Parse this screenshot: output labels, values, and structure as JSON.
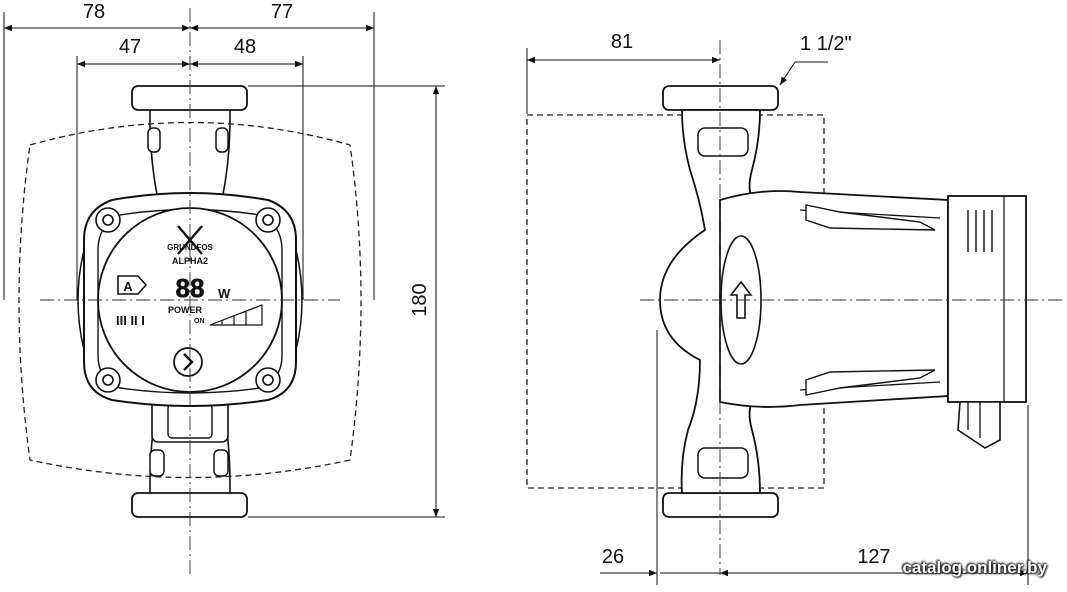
{
  "dimensions": {
    "left_width": "78",
    "right_width": "77",
    "left_inner": "47",
    "right_inner": "48",
    "height": "180",
    "side_depth": "81",
    "thread_size": "1 1/2\"",
    "motor_offset": "26",
    "motor_length": "127"
  },
  "pump": {
    "brand": "GRUNDFOS",
    "model": "ALPHA2",
    "display_digits": "88",
    "display_unit": "W",
    "mode_label": "A",
    "power_label": "POWER",
    "on_label": "ON",
    "speed_marks": "III  II  I"
  },
  "watermark": "catalog.onliner.by"
}
